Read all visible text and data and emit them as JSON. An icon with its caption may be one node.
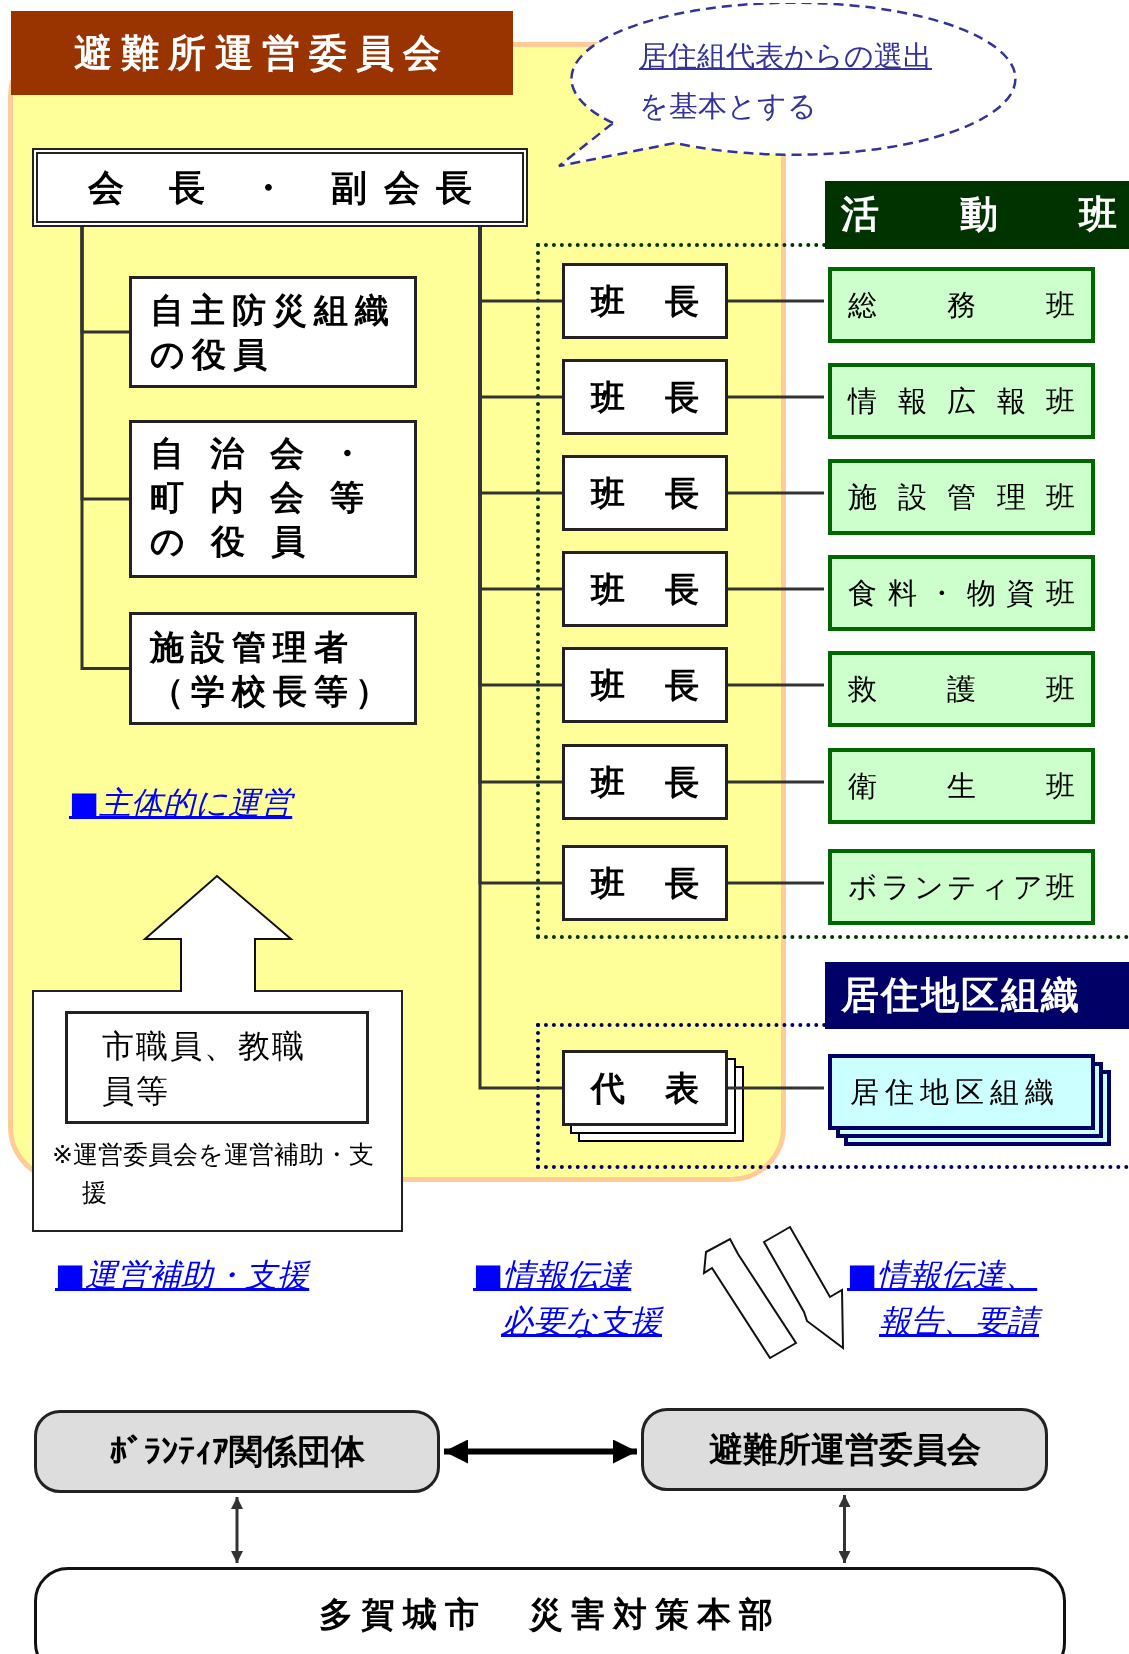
{
  "diagram": {
    "nodes": [
      {
        "text": [
          "避難所運営委員会"
        ]
      },
      {
        "text": [
          "居住組代表からの選出",
          "を基本とする"
        ]
      },
      {
        "text": [
          "会 長 ・ 副会長"
        ],
        "in": 0
      },
      {
        "text": [
          "自主防災組織の役員"
        ],
        "in": 0
      },
      {
        "text": [
          "自治会・町内会等の役員"
        ],
        "in": 0
      },
      {
        "text": [
          "施設管理者（学校長等）"
        ],
        "in": 0
      },
      {
        "text": [
          "活 動 班"
        ]
      },
      {
        "text": [
          "班 長"
        ]
      },
      {
        "text": [
          "班 長"
        ]
      },
      {
        "text": [
          "班 長"
        ]
      },
      {
        "text": [
          "班 長"
        ]
      },
      {
        "text": [
          "班 長"
        ]
      },
      {
        "text": [
          "班 長"
        ]
      },
      {
        "text": [
          "班 長"
        ]
      },
      {
        "text": [
          "総 務 班"
        ],
        "in": 6
      },
      {
        "text": [
          "情報広報班"
        ],
        "in": 6
      },
      {
        "text": [
          "施設管理班"
        ],
        "in": 6
      },
      {
        "text": [
          "食料・物資班"
        ],
        "in": 6
      },
      {
        "text": [
          "救 護 班"
        ],
        "in": 6
      },
      {
        "text": [
          "衛 生 班"
        ],
        "in": 6
      },
      {
        "text": [
          "ボランティア班"
        ],
        "in": 6
      },
      {
        "text": [
          "居住地区組織"
        ]
      },
      {
        "text": [
          "代 表"
        ]
      },
      {
        "text": [
          "居住地区組織"
        ],
        "in": 21
      },
      {
        "text": [
          "※運営委員会を運営補助・支援"
        ]
      },
      {
        "text": [
          "市職員、教職員等"
        ]
      },
      {
        "text": [
          "ﾎﾞﾗﾝﾃｨｱ関係団体"
        ]
      },
      {
        "text": [
          "避難所運営委員会"
        ]
      },
      {
        "text": [
          "多賀城市　災害対策本部"
        ]
      }
    ],
    "edges": [
      {
        "from": 2,
        "to": 3,
        "arrow": "none"
      },
      {
        "from": 2,
        "to": 4,
        "arrow": "none"
      },
      {
        "from": 2,
        "to": 5,
        "arrow": "none"
      },
      {
        "from": 2,
        "to": 7,
        "arrow": "none"
      },
      {
        "from": 2,
        "to": 8,
        "arrow": "none"
      },
      {
        "from": 2,
        "to": 9,
        "arrow": "none"
      },
      {
        "from": 2,
        "to": 10,
        "arrow": "none"
      },
      {
        "from": 2,
        "to": 11,
        "arrow": "none"
      },
      {
        "from": 2,
        "to": 12,
        "arrow": "none"
      },
      {
        "from": 2,
        "to": 13,
        "arrow": "none"
      },
      {
        "from": 2,
        "to": 22,
        "arrow": "none"
      },
      {
        "from": 7,
        "to": 14,
        "arrow": "none"
      },
      {
        "from": 8,
        "to": 15,
        "arrow": "none"
      },
      {
        "from": 9,
        "to": 16,
        "arrow": "none"
      },
      {
        "from": 10,
        "to": 17,
        "arrow": "none"
      },
      {
        "from": 11,
        "to": 18,
        "arrow": "none"
      },
      {
        "from": 12,
        "to": 19,
        "arrow": "none"
      },
      {
        "from": 13,
        "to": 20,
        "arrow": "none"
      },
      {
        "from": 22,
        "to": 23,
        "arrow": "none"
      },
      {
        "from": 26,
        "to": 27,
        "arrow": "both",
        "style": "thick",
        "color": "#000000"
      },
      {
        "from": 26,
        "to": 28,
        "arrow": "both"
      },
      {
        "from": 27,
        "to": 28,
        "arrow": "both"
      }
    ],
    "labels": [
      "■主体的に運営",
      "■運営補助・支援",
      "■情報伝達必要な支援",
      "■情報伝達、報告、要請"
    ]
  }
}
